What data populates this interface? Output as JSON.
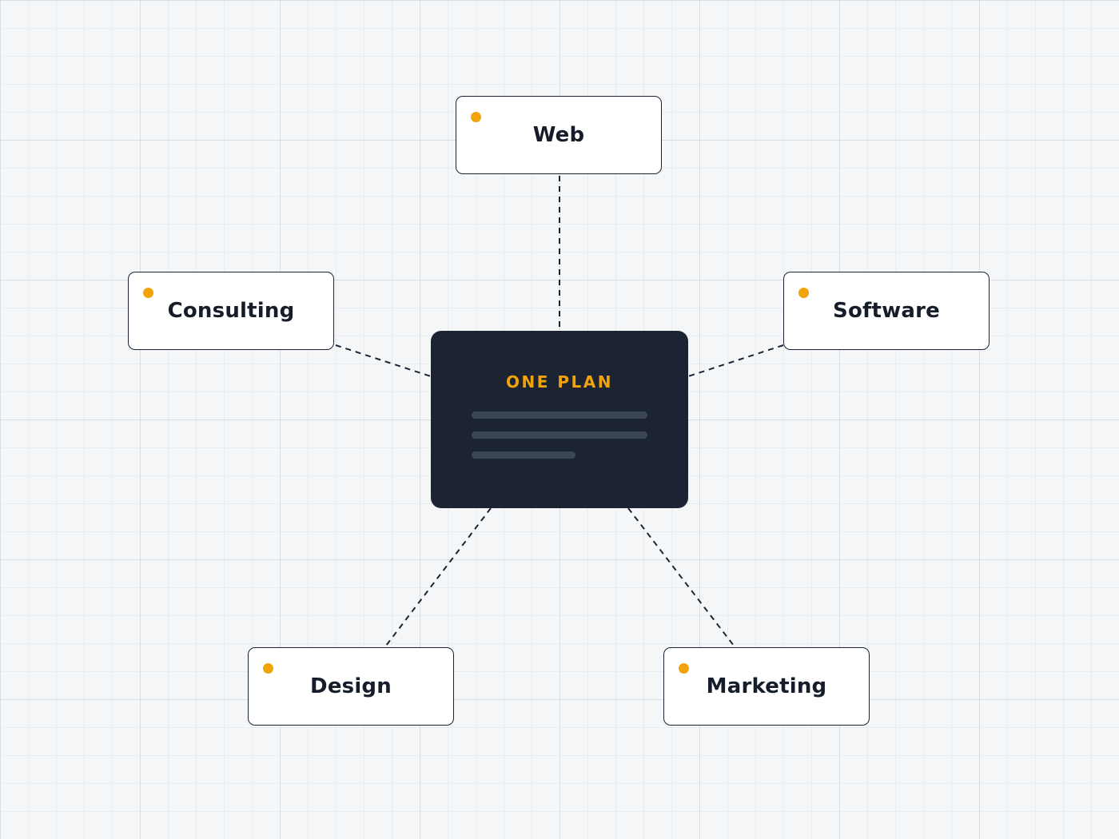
{
  "colors": {
    "accent": "#f0a30a",
    "card_background": "#1c2433",
    "node_border": "#1b2433",
    "connector": "#1b2433"
  },
  "center": {
    "title": "ONE PLAN"
  },
  "nodes": {
    "web": "Web",
    "consulting": "Consulting",
    "software": "Software",
    "design": "Design",
    "marketing": "Marketing"
  }
}
